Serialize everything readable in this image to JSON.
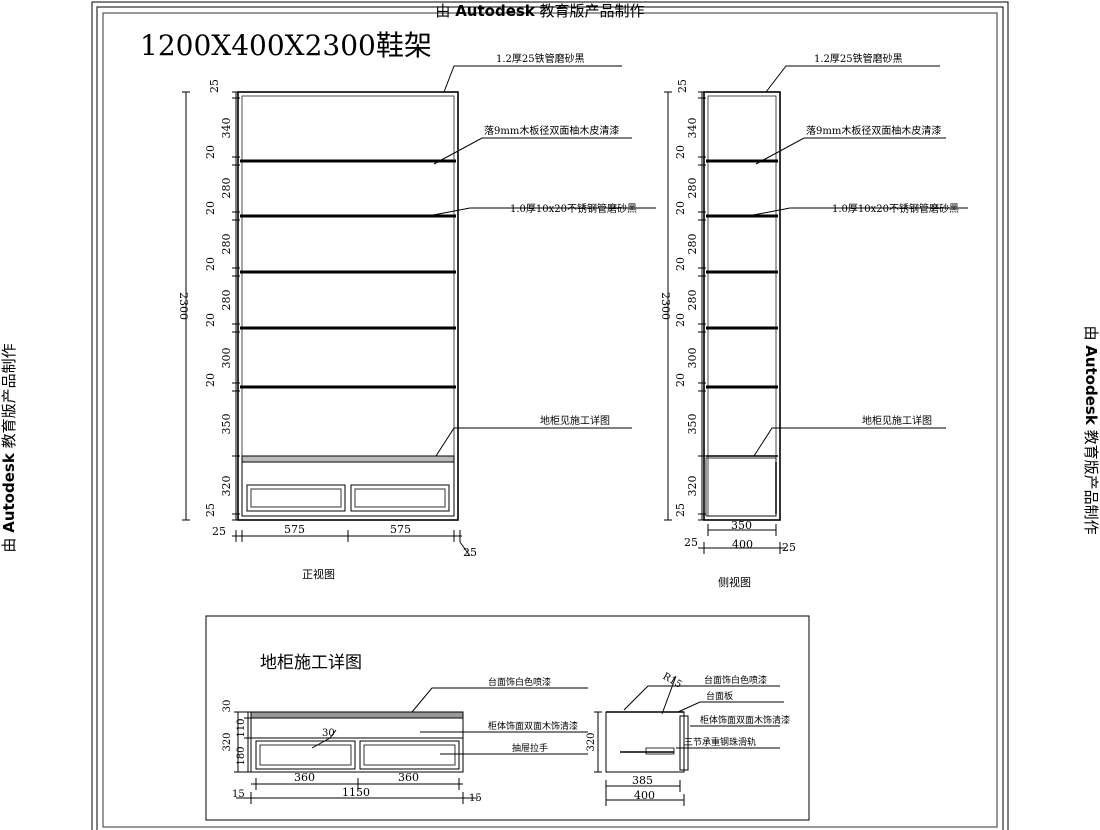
{
  "watermark": {
    "prefix": "由 ",
    "brand": "Autodesk",
    "suffix": " 教育版产品制作"
  },
  "title": "1200X400X2300鞋架",
  "front": {
    "caption": "正视图",
    "overall_height": "2300",
    "segments": [
      "25",
      "340",
      "20",
      "280",
      "20",
      "280",
      "20",
      "280",
      "20",
      "300",
      "20",
      "350",
      "320",
      "25"
    ],
    "bottom_dims": [
      "25",
      "575",
      "575",
      "25"
    ],
    "callouts": [
      "1.2厚25铁管磨砂黑",
      "落9mm木板径双面柚木皮清漆",
      "1.0厚10x20不锈钢管磨砂黑",
      "地柜见施工详图"
    ]
  },
  "side": {
    "caption": "侧视图",
    "overall_height": "2300",
    "segments": [
      "25",
      "340",
      "20",
      "280",
      "20",
      "280",
      "20",
      "280",
      "20",
      "300",
      "20",
      "350",
      "320",
      "25"
    ],
    "bottom_dims": [
      "350",
      "25",
      "400",
      "25"
    ],
    "callouts": [
      "1.2厚25铁管磨砂黑",
      "落9mm木板径双面柚木皮清漆",
      "1.0厚10x20不锈钢管磨砂黑",
      "地柜见施工详图"
    ]
  },
  "detail": {
    "title": "地柜施工详图",
    "front_dims_left": [
      "30",
      "110",
      "180",
      "320"
    ],
    "front_dims_bottom": [
      "15",
      "360",
      "360",
      "1150",
      "15"
    ],
    "front_inner": "30",
    "front_callouts": [
      "台面饰白色喷漆",
      "柜体饰面双面木饰清漆",
      "抽屉拉手"
    ],
    "side_dims": [
      "R15",
      "320",
      "385",
      "400"
    ],
    "side_callouts": [
      "台面饰白色喷漆",
      "台面板",
      "柜体饰面双面木饰清漆",
      "三节承重钢珠滑轨"
    ]
  }
}
